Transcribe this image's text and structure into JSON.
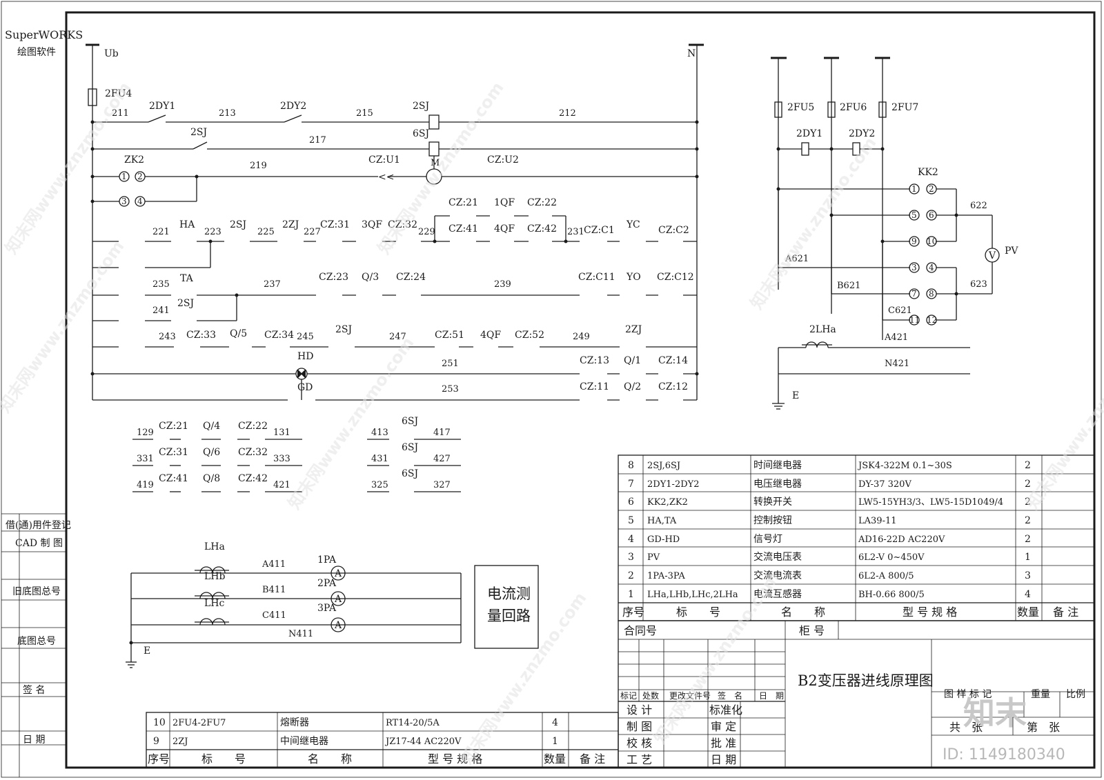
{
  "software": {
    "brand": "SuperWORKS",
    "sub": "绘图软件"
  },
  "left_panel": [
    "借(通)用件登记",
    "CAD 制 图",
    "旧底图总号",
    "底图总号",
    "签 名",
    "日 期"
  ],
  "supply": {
    "left_label": "Ub",
    "right_label": "N",
    "fuse": "2FU4"
  },
  "wires": {
    "w211": "211",
    "w213": "213",
    "w215": "215",
    "w212": "212",
    "w217": "217",
    "w219": "219",
    "w221": "221",
    "w223": "223",
    "w225": "225",
    "w227": "227",
    "w229": "229",
    "w231": "231",
    "w235": "235",
    "w237": "237",
    "w239": "239",
    "w241": "241",
    "w243": "243",
    "w245": "245",
    "w247": "247",
    "w249": "249",
    "w251": "251",
    "w253": "253"
  },
  "parts": {
    "dy1": "2DY1",
    "dy2": "2DY2",
    "sj2": "2SJ",
    "sj6": "6SJ",
    "zk2": "ZK2",
    "m": "M",
    "czu1": "CZ:U1",
    "czu2": "CZ:U2",
    "ha": "HA",
    "ta": "TA",
    "zj2": "2ZJ",
    "cz31": "CZ:31",
    "qf3": "3QF",
    "cz32": "CZ:32",
    "cz21": "CZ:21",
    "qf1": "1QF",
    "cz22": "CZ:22",
    "cz41": "CZ:41",
    "qf4": "4QF",
    "cz42": "CZ:42",
    "czc1": "CZ:C1",
    "yc": "YC",
    "czc2": "CZ:C2",
    "cz23": "CZ:23",
    "q3": "Q/3",
    "cz24": "CZ:24",
    "czc11": "CZ:C11",
    "yo": "YO",
    "czc12": "CZ:C12",
    "cz33": "CZ:33",
    "q5": "Q/5",
    "cz34": "CZ:34",
    "cz51": "CZ:51",
    "cz52": "CZ:52",
    "hd": "HD",
    "gd": "GD",
    "cz13": "CZ:13",
    "q1": "Q/1",
    "cz14": "CZ:14",
    "cz11": "CZ:11",
    "q2": "Q/2",
    "cz12": "CZ:12"
  },
  "contact_rows": [
    {
      "a": "129",
      "b": "CZ:21",
      "c": "Q/4",
      "d": "CZ:22",
      "e": "131"
    },
    {
      "a": "331",
      "b": "CZ:31",
      "c": "Q/6",
      "d": "CZ:32",
      "e": "333"
    },
    {
      "a": "419",
      "b": "CZ:41",
      "c": "Q/8",
      "d": "CZ:42",
      "e": "421"
    }
  ],
  "sj6_rows": [
    {
      "a": "413",
      "b": "6SJ",
      "c": "417"
    },
    {
      "a": "431",
      "b": "6SJ",
      "c": "427"
    },
    {
      "a": "325",
      "b": "6SJ",
      "c": "327"
    }
  ],
  "voltage": {
    "fu5": "2FU5",
    "fu6": "2FU6",
    "fu7": "2FU7",
    "dy1": "2DY1",
    "dy2": "2DY2",
    "kk2": "KK2",
    "w622": "622",
    "w623": "623",
    "pv": "PV",
    "a621": "A621",
    "b621": "B621",
    "c621": "C621",
    "lha2": "2LHa",
    "a421": "A421",
    "n421": "N421",
    "e": "E",
    "switch_pairs": [
      [
        "1",
        "2"
      ],
      [
        "5",
        "6"
      ],
      [
        "9",
        "10"
      ],
      [
        "3",
        "4"
      ],
      [
        "7",
        "8"
      ],
      [
        "11",
        "12"
      ]
    ]
  },
  "current": {
    "lha": "LHa",
    "lhb": "LHb",
    "lhc": "LHc",
    "a411": "A411",
    "b411": "B411",
    "c411": "C411",
    "n411": "N411",
    "pa1": "1PA",
    "pa2": "2PA",
    "pa3": "3PA",
    "e": "E",
    "box_line1": "电流测",
    "box_line2": "量回路"
  },
  "bom_headers": {
    "no": "序号",
    "tag": "标　　号",
    "name": "名　　称",
    "spec": "型 号 规 格",
    "qty": "数量",
    "note": "备 注"
  },
  "bom_right": [
    {
      "no": "8",
      "tag": "2SJ,6SJ",
      "name": "时间继电器",
      "spec": "JSK4-322M 0.1~30S",
      "qty": "2"
    },
    {
      "no": "7",
      "tag": "2DY1-2DY2",
      "name": "电压继电器",
      "spec": "DY-37 320V",
      "qty": "2"
    },
    {
      "no": "6",
      "tag": "KK2,ZK2",
      "name": "转换开关",
      "spec": "LW5-15YH3/3、LW5-15D1049/4",
      "qty": "2"
    },
    {
      "no": "5",
      "tag": "HA,TA",
      "name": "控制按钮",
      "spec": "LA39-11",
      "qty": "2"
    },
    {
      "no": "4",
      "tag": "GD-HD",
      "name": "信号灯",
      "spec": "AD16-22D AC220V",
      "qty": "2"
    },
    {
      "no": "3",
      "tag": "PV",
      "name": "交流电压表",
      "spec": "6L2-V 0~450V",
      "qty": "1"
    },
    {
      "no": "2",
      "tag": "1PA-3PA",
      "name": "交流电流表",
      "spec": "6L2-A 800/5",
      "qty": "3"
    },
    {
      "no": "1",
      "tag": "LHa,LHb,LHc,2LHa",
      "name": "电流互感器",
      "spec": "BH-0.66 800/5",
      "qty": "4"
    }
  ],
  "bom_left": [
    {
      "no": "10",
      "tag": "2FU4-2FU7",
      "name": "熔断器",
      "spec": "RT14-20/5A",
      "qty": "4"
    },
    {
      "no": "9",
      "tag": "2ZJ",
      "name": "中间继电器",
      "spec": "JZ17-44 AC220V",
      "qty": "1"
    }
  ],
  "title_block": {
    "contract": "合同号",
    "cabinet": "柜 号",
    "title": "B2变压器进线原理图",
    "rev_headers": [
      "标记",
      "处数",
      "更改文件号",
      "签　名",
      "日　期"
    ],
    "roles_left": [
      "设 计",
      "制 图",
      "校 核",
      "工 艺"
    ],
    "roles_right": [
      "标准化",
      "审 定",
      "批 准",
      "日 期"
    ],
    "sample_mark": "图 样 标 记",
    "weight": "重量",
    "scale": "比例",
    "total": "共　张",
    "sheet": "第　张"
  },
  "watermark": {
    "text": "知末网www.znzmo.com",
    "logo": "知末",
    "id": "ID: 1149180340"
  }
}
